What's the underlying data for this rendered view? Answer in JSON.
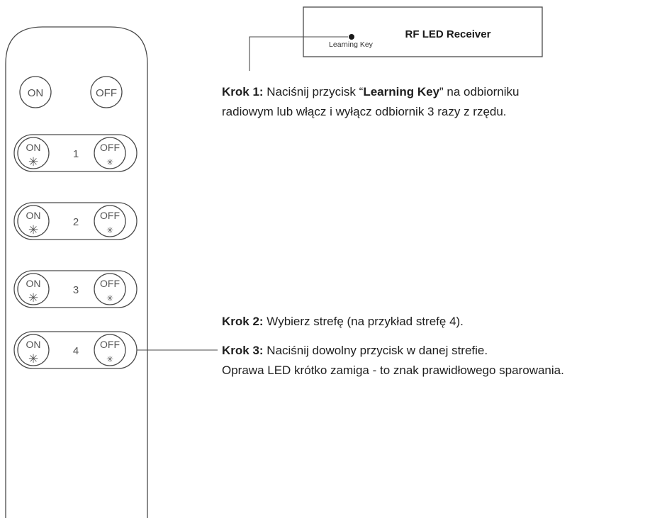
{
  "receiver": {
    "title": "RF LED Receiver",
    "learning_key_label": "Learning Key"
  },
  "remote": {
    "top_on_label": "ON",
    "top_off_label": "OFF",
    "zones": [
      {
        "number": "1",
        "on_label": "ON",
        "off_label": "OFF",
        "on_symbol": "✳",
        "off_symbol": "✳"
      },
      {
        "number": "2",
        "on_label": "ON",
        "off_label": "OFF",
        "on_symbol": "✳",
        "off_symbol": "✳"
      },
      {
        "number": "3",
        "on_label": "ON",
        "off_label": "OFF",
        "on_symbol": "✳",
        "off_symbol": "✳"
      },
      {
        "number": "4",
        "on_label": "ON",
        "off_label": "OFF",
        "on_symbol": "✳",
        "off_symbol": "✳"
      }
    ]
  },
  "steps": {
    "step1": {
      "prefix": "Krok 1:",
      "text_a": " Naciśnij przycisk “",
      "key": "Learning Key",
      "text_b": "” na odbiorniku",
      "line2": "radiowym lub włącz i wyłącz odbiornik 3 razy z rzędu."
    },
    "step2": {
      "prefix": "Krok 2:",
      "text": " Wybierz strefę (na przykład strefę 4)."
    },
    "step3": {
      "prefix": "Krok 3:",
      "text": " Naciśnij dowolny przycisk w danej strefie.",
      "line2": "Oprawa LED krótko zamiga - to znak prawidłowego sparowania."
    }
  },
  "colors": {
    "outline": "#4a4a4a",
    "text": "#1f1f1f"
  }
}
